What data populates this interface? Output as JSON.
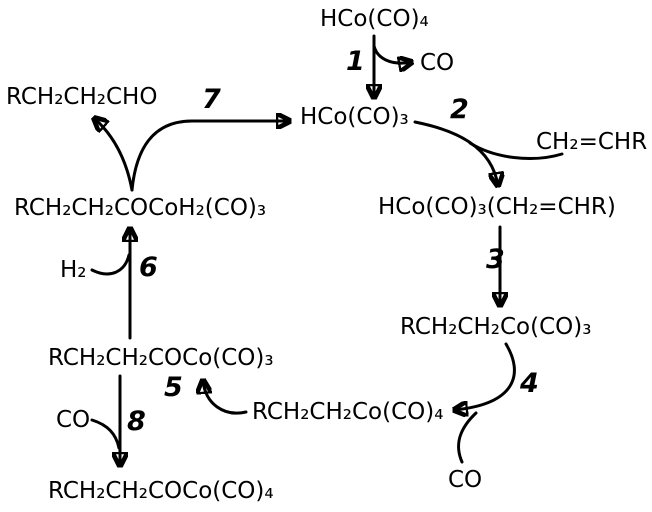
{
  "colors": {
    "ink": "#000000",
    "background": "#ffffff"
  },
  "species": {
    "catalyst_precursor": "HCo(CO)₄",
    "co_released": "CO",
    "active_catalyst": "HCo(CO)₃",
    "alkene": "CH₂=CHR",
    "alkene_complex": "HCo(CO)₃(CH₂=CHR)",
    "alkyl_tricarbonyl": "RCH₂CH₂Co(CO)₃",
    "co_uptake_step4": "CO",
    "alkyl_tetracarbonyl": "RCH₂CH₂Co(CO)₄",
    "acyl_tricarbonyl": "RCH₂CH₂COCo(CO)₃",
    "hydrogen": "H₂",
    "acyl_dihydride": "RCH₂CH₂COCoH₂(CO)₃",
    "aldehyde_product": "RCH₂CH₂CHO",
    "co_uptake_step8": "CO",
    "acyl_tetracarbonyl": "RCH₂CH₂COCo(CO)₄"
  },
  "steps": {
    "s1": "1",
    "s2": "2",
    "s3": "3",
    "s4": "4",
    "s5": "5",
    "s6": "6",
    "s7": "7",
    "s8": "8"
  }
}
